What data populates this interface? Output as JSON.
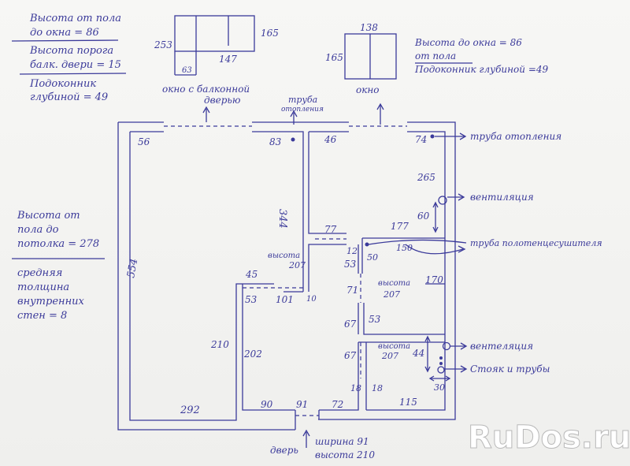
{
  "notes_left_top": {
    "window_height_l1": "Высота от пола",
    "window_height_l2": "до окна = 86",
    "threshold_l1": "Высота порога",
    "threshold_l2": "балк. двери = 15",
    "sill_l1": "Подоконник",
    "sill_l2": "глубиной = 49"
  },
  "notes_left_mid": {
    "ceiling_l1": "Высота от",
    "ceiling_l2": "пола до",
    "ceiling_l3": "потолка = 278",
    "walls_l1": "средняя",
    "walls_l2": "толщина",
    "walls_l3": "внутренних",
    "walls_l4": "стен = 8"
  },
  "notes_right_top": {
    "l1": "Высота до окна = 86",
    "l2": "от пола",
    "l3": "Подоконник глубиной =49"
  },
  "balcony_window": {
    "dim_253": "253",
    "dim_165": "165",
    "dim_147": "147",
    "dim_63": "63",
    "label_l1": "окно с балконной",
    "label_l2": "дверью"
  },
  "window2": {
    "dim_138": "138",
    "dim_165": "165",
    "label": "окно"
  },
  "top_note": {
    "l1": "труба",
    "l2": "отопления"
  },
  "dims": {
    "d56": "56",
    "d83": "83",
    "d46": "46",
    "d74": "74",
    "d344": "344",
    "d265": "265",
    "d554": "554",
    "d77": "77",
    "d177": "177",
    "d60": "60",
    "d150": "150",
    "d12": "12",
    "d50": "50",
    "d53a": "53",
    "d45": "45",
    "d207a": "207",
    "vysota_a": "высота",
    "d53b": "53",
    "d101": "101",
    "d10": "10",
    "d71": "71",
    "vysota_b": "высота",
    "d207b": "207",
    "d170": "170",
    "d67a": "67",
    "d53c": "53",
    "d210": "210",
    "d202": "202",
    "d67b": "67",
    "vysota_c": "высота",
    "d207c": "207",
    "d44": "44",
    "d30": "30",
    "d18a": "18",
    "d18b": "18",
    "d292": "292",
    "d90": "90",
    "d91": "91",
    "d72": "72",
    "d115": "115"
  },
  "labels_right": {
    "heating_pipe": "труба отопления",
    "ventilation1": "вентиляция",
    "towel_pipe": "труба полотенцесушителя",
    "ventilation2": "вентеляция",
    "riser": "Стояк и трубы"
  },
  "door": {
    "label": "дверь",
    "width": "ширина 91",
    "height": "высота 210"
  },
  "watermark": "RuDos.ru",
  "colors": {
    "ink": "#3b3a9a",
    "paper": "#f3f3f1"
  }
}
